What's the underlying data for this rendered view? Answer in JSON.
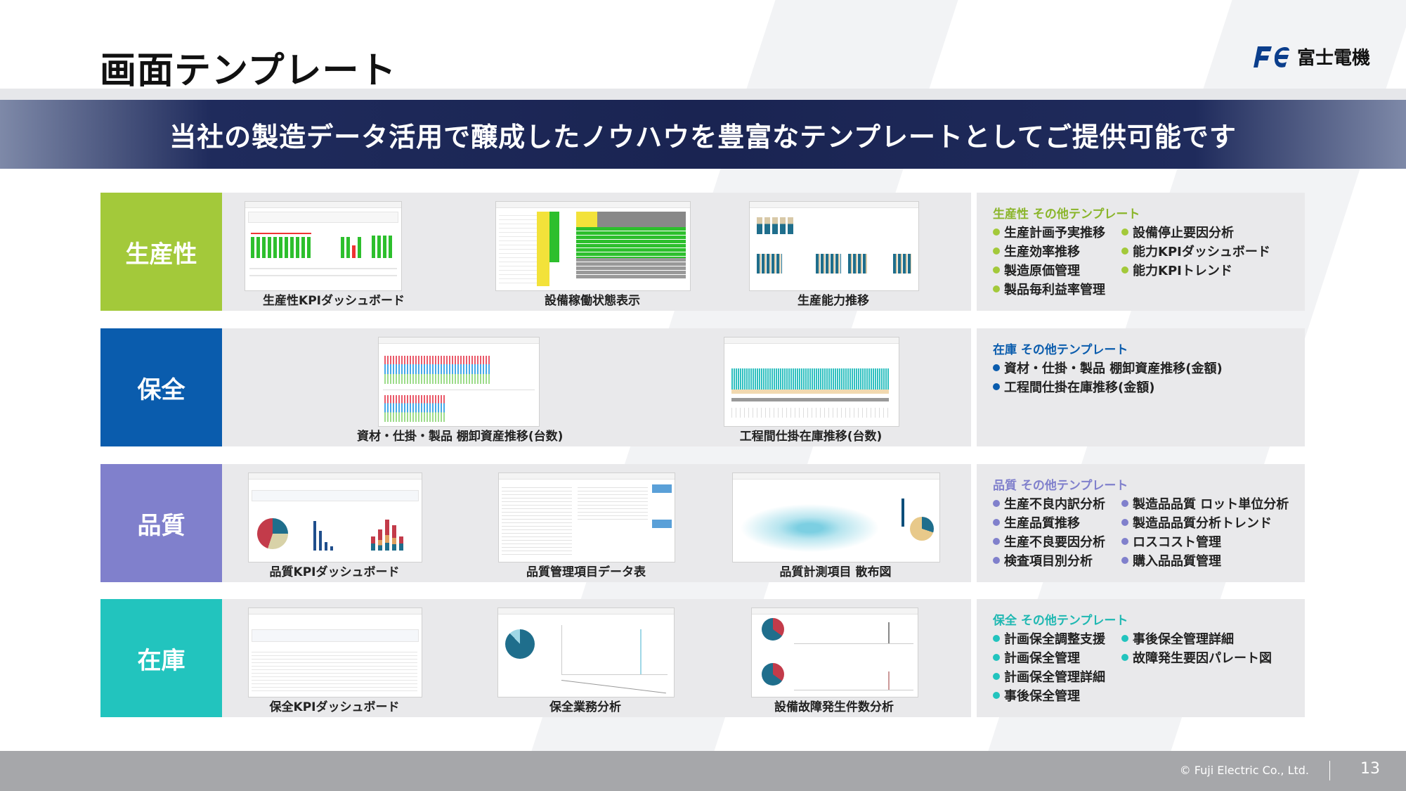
{
  "page_title": "画面テンプレート",
  "logo": {
    "text": "富士電機"
  },
  "banner": "当社の製造データ活用で醸成したノウハウを豊富なテンプレートとしてご提供可能です",
  "colors": {
    "productivity": "#a3c93a",
    "maintenance": "#0a5cad",
    "quality": "#8080cc",
    "inventory": "#22c4be"
  },
  "rows": [
    {
      "label": "生産性",
      "screens": [
        "生産性KPIダッシュボード",
        "設備稼働状態表示",
        "生産能力推移"
      ],
      "others_title": "生産性 その他テンプレート",
      "others_col1": [
        "生産計画予実推移",
        "生産効率推移",
        "製造原価管理",
        "製品毎利益率管理"
      ],
      "others_col2": [
        "設備停止要因分析",
        "能力KPIダッシュボード",
        "能力KPIトレンド"
      ]
    },
    {
      "label": "保全",
      "screens": [
        "資材・仕掛・製品 棚卸資産推移(台数)",
        "工程間仕掛在庫推移(台数)"
      ],
      "others_title": "在庫 その他テンプレート",
      "others_col1": [
        "資材・仕掛・製品 棚卸資産推移(金額)",
        "工程間仕掛在庫推移(金額)"
      ],
      "others_col2": []
    },
    {
      "label": "品質",
      "screens": [
        "品質KPIダッシュボード",
        "品質管理項目データ表",
        "品質計測項目 散布図"
      ],
      "others_title": "品質 その他テンプレート",
      "others_col1": [
        "生産不良内訳分析",
        "生産品質推移",
        "生産不良要因分析",
        "検査項目別分析"
      ],
      "others_col2": [
        "製造品品質 ロット単位分析",
        "製造品品質分析トレンド",
        "ロスコスト管理",
        "購入品品質管理"
      ]
    },
    {
      "label": "在庫",
      "screens": [
        "保全KPIダッシュボード",
        "保全業務分析",
        "設備故障発生件数分析"
      ],
      "others_title": "保全 その他テンプレート",
      "others_col1": [
        "計画保全調整支援",
        "計画保全管理",
        "計画保全管理詳細",
        "事後保全管理"
      ],
      "others_col2": [
        "事後保全管理詳細",
        "故障発生要因パレート図"
      ]
    }
  ],
  "footer": {
    "copyright": "© Fuji Electric Co., Ltd.",
    "page": "13"
  }
}
